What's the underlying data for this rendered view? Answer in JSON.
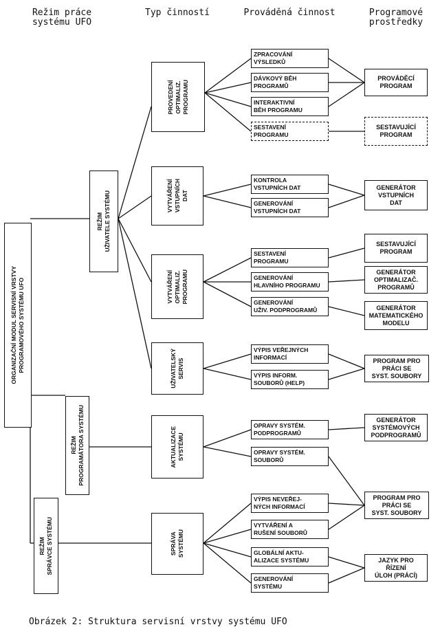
{
  "headers": {
    "mode": "Režim práce\nsystému UFO",
    "type": "Typ činností",
    "activity": "Prováděná činnost",
    "tools": "Programové\nprostředky"
  },
  "root": "ORGANIZAČNÍ MODUL SERVISNÍ VRSTVY\nPROGRAMOVÉHO SYSTÉMU UFO",
  "modes": {
    "user": "REŽIM\nUŽIVATELE  SYSTÉMU",
    "programmer": "REŽIM\nPROGRAMÁTORA SYSTÉMU",
    "admin": "REŽIM\nSPRÁVCE  SYSTÉMU"
  },
  "types": {
    "execute": "PROVEDENÍ\nOPTIMALIZ.\nPROGRAMU",
    "input": "VYTVÁŘENÍ\nVSTUPNÍCH\nDAT",
    "create": "VYTVÁŘENÍ\nOPTIMALIZ.\nPROGRAMU",
    "service": "UŽIVATELSKÝ\nSERVIS",
    "update": "AKTUALIZACE\nSYSTÉMU",
    "manage": "SPRÁVA\nSYSTÉMU"
  },
  "activities": {
    "a1": "ZPRACOVÁNÍ\nVÝSLEDKŮ",
    "a2": "DÁVKOVÝ BĚH\nPROGRAMŮ",
    "a3": "INTERAKTIVNÍ\nBĚH PROGRAMU",
    "a4": "SESTAVENÍ\nPROGRAMU",
    "b1": "KONTROLA\nVSTUPNÍCH DAT",
    "b2": "GENEROVÁNÍ\nVSTUPNÍCH DAT",
    "c1": "SESTAVENÍ\nPROGRAMU",
    "c2": "GENEROVÁNÍ\nHLAVNÍHO PROGRAMU",
    "c3": "GENEROVÁNÍ\nUŽIV. PODPROGRAMŮ",
    "d1": "VÝPIS VEŘEJNÝCH\nINFORMACÍ",
    "d2": "VÝPIS INFORM.\nSOUBORŮ (HELP)",
    "e1": "OPRAVY SYSTÉM.\nPODPROGRAMŮ",
    "e2": "OPRAVY SYSTÉM.\nSOUBORŮ",
    "f1": "VÝPIS NEVEŘEJ-\nNÝCH INFORMACÍ",
    "f2": "VYTVÁŘENÍ A\nRUŠENÍ SOUBORŮ",
    "f3": "GLOBÁLNÍ AKTU-\nALIZACE SYSTÉMU",
    "f4": "GENEROVÁNÍ\nSYSTÉMU"
  },
  "tools": {
    "t1": "PROVÁDĚCÍ\nPROGRAM",
    "t2": "SESTAVUJÍCÍ\nPROGRAM",
    "t3": "GENERÁTOR\nVSTUPNÍCH\nDAT",
    "t4": "SESTAVUJÍCÍ\nPROGRAM",
    "t5": "GENERÁTOR\nOPTIMALIZAČ.\nPROGRAMŮ",
    "t6": "GENERÁTOR\nMATEMATICKÉHO\nMODELU",
    "t7": "PROGRAM PRO\nPRÁCI SE\nSYST. SOUBORY",
    "t8": "GENERÁTOR\nSYSTÉMOVÝCH\nPODPROGRAMŮ",
    "t9": "PROGRAM PRO\nPRÁCI SE\nSYST. SOUBORY",
    "t10": "JAZYK PRO\nŘÍZENÍ\nÚLOH (PRÁCÍ)"
  },
  "caption": "Obrázek 2: Struktura servisní vrstvy systému UFO"
}
